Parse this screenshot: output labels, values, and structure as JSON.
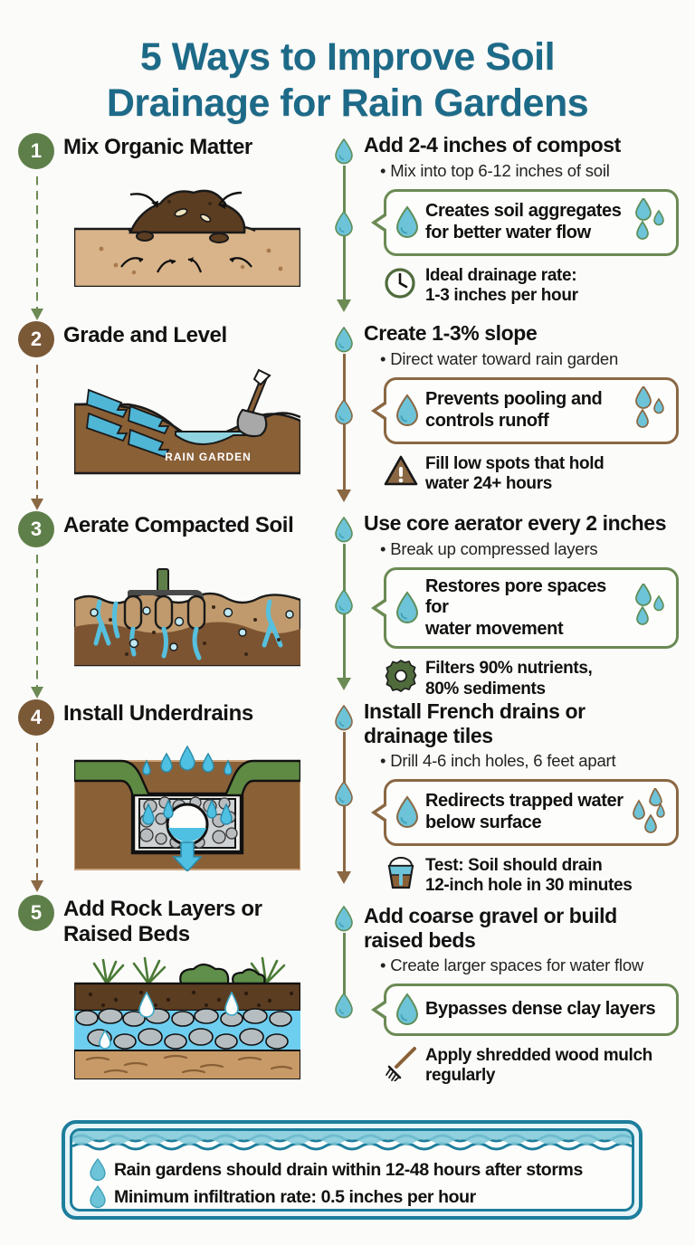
{
  "title": "5 Ways to Improve Soil Drainage for Rain Gardens",
  "title_line1": "5 Ways to Improve Soil",
  "title_line2": "Drainage for Rain Gardens",
  "colors": {
    "title": "#1d6a88",
    "green": "#5f7f4a",
    "brown": "#7a5937",
    "connector_green": "#6b8a54",
    "connector_brown": "#8a6843",
    "droplet": "#6dc3d8",
    "footer_border": "#1d7e9c",
    "background": "#fbfbf9"
  },
  "steps": [
    {
      "number": "1",
      "badge_color": "green",
      "accent": "green",
      "title": "Mix Organic Matter",
      "illustration": "compost-pile-mixed-into-soil",
      "illustration_label": "",
      "headline": "Add 2-4 inches of compost",
      "bullet": "• Mix into top 6-12 inches of soil",
      "bubble": "Creates soil aggregates for better water flow",
      "bubble_line1": "Creates soil aggregates",
      "bubble_line2": "for better water flow",
      "fact_icon": "clock-icon",
      "fact_line1": "Ideal drainage rate:",
      "fact_line2": "1-3 inches per hour"
    },
    {
      "number": "2",
      "badge_color": "brown",
      "accent": "brown",
      "title": "Grade and Level",
      "illustration": "sloped-ground-with-shovel-and-rain-garden-basin",
      "illustration_label": "RAIN GARDEN",
      "headline": "Create 1-3% slope",
      "bullet": "• Direct water toward rain garden",
      "bubble": "Prevents pooling and controls runoff",
      "bubble_line1": "Prevents pooling and",
      "bubble_line2": "controls runoff",
      "fact_icon": "warning-triangle-icon",
      "fact_line1": "Fill low spots that hold",
      "fact_line2": "water 24+ hours"
    },
    {
      "number": "3",
      "badge_color": "green",
      "accent": "green",
      "title": "Aerate Compacted Soil",
      "illustration": "core-aerator-plugs-with-water-channels",
      "illustration_label": "",
      "headline": "Use core aerator every 2 inches",
      "bullet": "• Break up compressed layers",
      "bubble": "Restores pore spaces for water movement",
      "bubble_line1": "Restores pore spaces for",
      "bubble_line2": "water movement",
      "fact_icon": "gear-icon",
      "fact_line1": "Filters 90% nutrients,",
      "fact_line2": "80% sediments"
    },
    {
      "number": "4",
      "badge_color": "brown",
      "accent": "brown",
      "title": "Install Underdrains",
      "illustration": "gravel-trench-with-perforated-drain-pipe",
      "illustration_label": "",
      "headline": "Install French drains or drainage tiles",
      "headline_line1": "Install French drains or",
      "headline_line2": "drainage tiles",
      "bullet": "• Drill 4-6 inch holes, 6 feet apart",
      "bubble": "Redirects trapped water below surface",
      "bubble_line1": "Redirects trapped water",
      "bubble_line2": "below surface",
      "fact_icon": "bucket-icon",
      "fact_line1": "Test: Soil should drain",
      "fact_line2": "12-inch hole in 30 minutes"
    },
    {
      "number": "5",
      "badge_color": "green",
      "accent": "green",
      "title": "Add Rock Layers or Raised Beds",
      "title_line1": "Add Rock Layers or",
      "title_line2": "Raised Beds",
      "illustration": "layered-soil-gravel-and-plants-cross-section",
      "illustration_label": "",
      "headline": "Add coarse gravel or build raised beds",
      "headline_line1": "Add coarse gravel or build",
      "headline_line2": "raised beds",
      "bullet": "• Create larger spaces for water flow",
      "bubble": "Bypasses dense clay layers",
      "bubble_line1": "Bypasses dense clay layers",
      "bubble_line2": "",
      "fact_icon": "rake-icon",
      "fact_line1": "Apply shredded wood mulch",
      "fact_line2": "regularly"
    }
  ],
  "footer": {
    "line1": "Rain gardens should drain within 12-48 hours after storms",
    "line2": "Minimum infiltration rate: 0.5 inches per hour"
  }
}
